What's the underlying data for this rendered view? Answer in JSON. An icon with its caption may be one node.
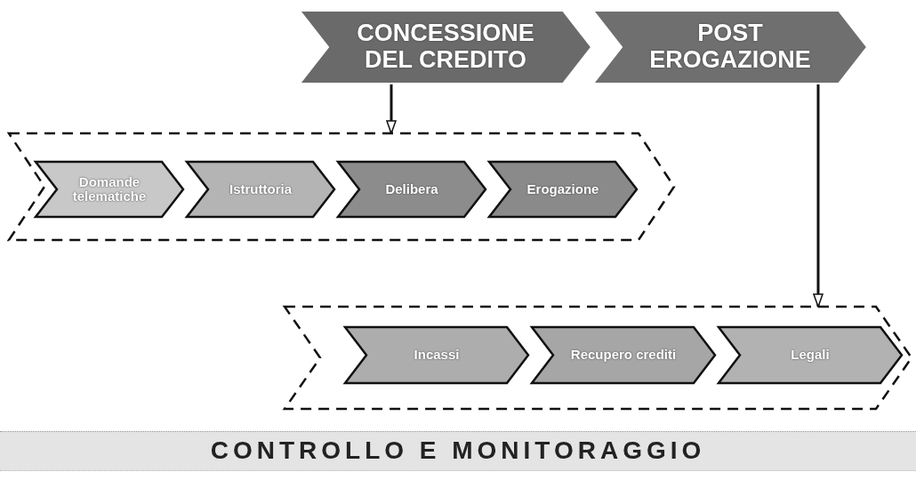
{
  "diagram": {
    "nodes": [
      {
        "text": [
          "CONCESSIONE DEL CREDITO"
        ]
      },
      {
        "text": [
          "POST EROGAZIONE"
        ]
      },
      {
        "text": [],
        "shape": "chevron"
      },
      {
        "text": [
          "Domande telematiche"
        ],
        "in": 2
      },
      {
        "text": [
          "Istruttoria"
        ],
        "in": 2
      },
      {
        "text": [
          "Delibera"
        ],
        "in": 2
      },
      {
        "text": [
          "Erogazione"
        ],
        "in": 2
      },
      {
        "text": [],
        "shape": "chevron"
      },
      {
        "text": [
          "Incassi"
        ],
        "in": 7
      },
      {
        "text": [
          "Recupero crediti"
        ],
        "in": 7
      },
      {
        "text": [
          "Legali"
        ],
        "in": 7
      },
      {
        "text": [
          "CONTROLLO E MONITORAGGIO"
        ]
      }
    ],
    "edges": [
      {
        "from": 0,
        "to": 2,
        "arrow": "to"
      },
      {
        "from": 1,
        "to": 7,
        "arrow": "to"
      }
    ]
  }
}
